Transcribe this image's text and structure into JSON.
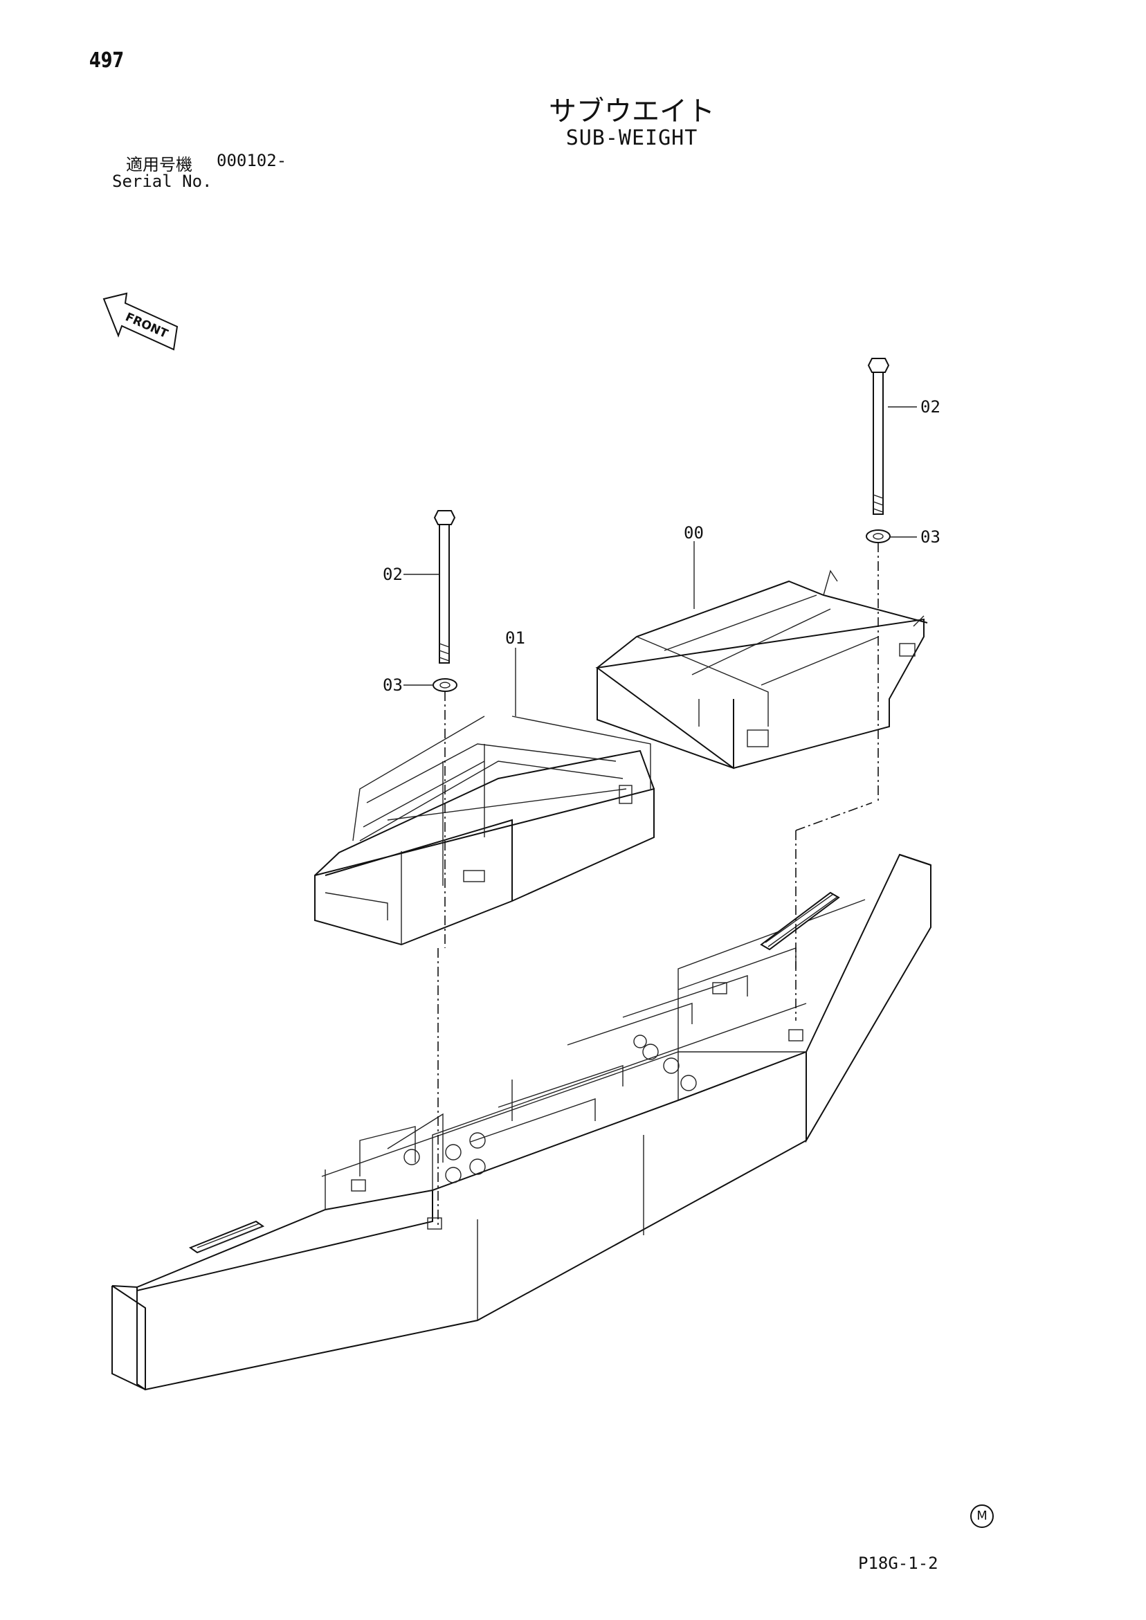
{
  "header": {
    "page_number": "497",
    "title_jp": "サブウエイト",
    "title_en": "SUB-WEIGHT",
    "serial_label_jp": "適用号機",
    "serial_value": "000102-",
    "serial_label_en": "Serial No."
  },
  "orientation": {
    "front_label": "FRONT"
  },
  "callouts": {
    "part_00": "00",
    "part_01": "01",
    "part_02_left": "02",
    "part_02_right": "02",
    "part_03_left": "03",
    "part_03_right": "03"
  },
  "footer": {
    "code": "P18G-1-2",
    "mark": "M"
  }
}
